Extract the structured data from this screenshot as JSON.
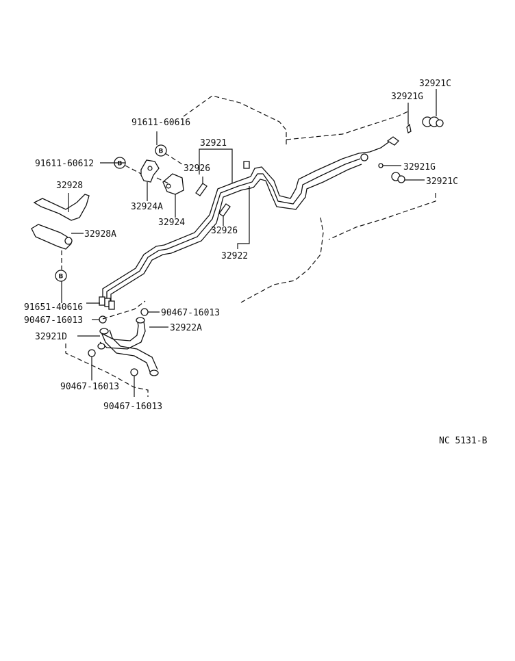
{
  "labels": {
    "l_32921C_top": "32921C",
    "l_32921G_top": "32921G",
    "l_91611_60616": "91611-60616",
    "l_32921": "32921",
    "l_91611_60612": "91611-60612",
    "l_32926_a": "32926",
    "l_32921G_mid": "32921G",
    "l_32921C_mid": "32921C",
    "l_32928": "32928",
    "l_32924A": "32924A",
    "l_32924": "32924",
    "l_32926_b": "32926",
    "l_32928A": "32928A",
    "l_32922": "32922",
    "l_91651_40616": "91651-40616",
    "l_90467_right": "90467-16013",
    "l_90467_left": "90467-16013",
    "l_32922A": "32922A",
    "l_32921D": "32921D",
    "l_90467_bot1": "90467-16013",
    "l_90467_bot2": "90467-16013",
    "l_ref": "NC  5131-B"
  },
  "markers": {
    "b1": "B",
    "b2": "B",
    "b3": "B"
  }
}
